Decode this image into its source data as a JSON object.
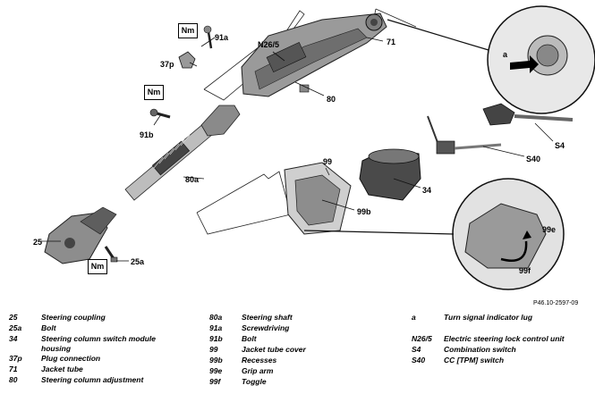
{
  "figure_ref": "P46.10-2597-09",
  "nm_marks": [
    "Nm",
    "Nm",
    "Nm"
  ],
  "callouts": {
    "c91a": "91a",
    "c37p": "37p",
    "cN265": "N26/5",
    "c71": "71",
    "c91b": "91b",
    "c80": "80",
    "c80a": "80a",
    "c25": "25",
    "c25a": "25a",
    "c99": "99",
    "c99b": "99b",
    "c34": "34",
    "cS40": "S40",
    "cS4": "S4",
    "ca": "a",
    "c99e": "99e",
    "c99f": "99f"
  },
  "legend": {
    "col1": [
      {
        "key": "25",
        "text": "Steering coupling"
      },
      {
        "key": "25a",
        "text": "Bolt"
      },
      {
        "key": "34",
        "text": "Steering column switch module housing"
      },
      {
        "key": "37p",
        "text": "Plug connection"
      },
      {
        "key": "71",
        "text": "Jacket tube"
      },
      {
        "key": "80",
        "text": "Steering column adjustment"
      }
    ],
    "col2": [
      {
        "key": "80a",
        "text": "Steering shaft"
      },
      {
        "key": "91a",
        "text": "Screwdriving"
      },
      {
        "key": "91b",
        "text": "Bolt"
      },
      {
        "key": "99",
        "text": "Jacket tube cover"
      },
      {
        "key": "99b",
        "text": "Recesses"
      },
      {
        "key": "99e",
        "text": "Grip arm"
      },
      {
        "key": "99f",
        "text": "Toggle"
      }
    ],
    "col3": [
      {
        "key": "a",
        "text": "Turn signal indicator lug"
      },
      {
        "key": "N26/5",
        "text": "Electric steering lock control unit"
      },
      {
        "key": "S4",
        "text": "Combination switch"
      },
      {
        "key": "S40",
        "text": "CC [TPM] switch"
      }
    ]
  }
}
